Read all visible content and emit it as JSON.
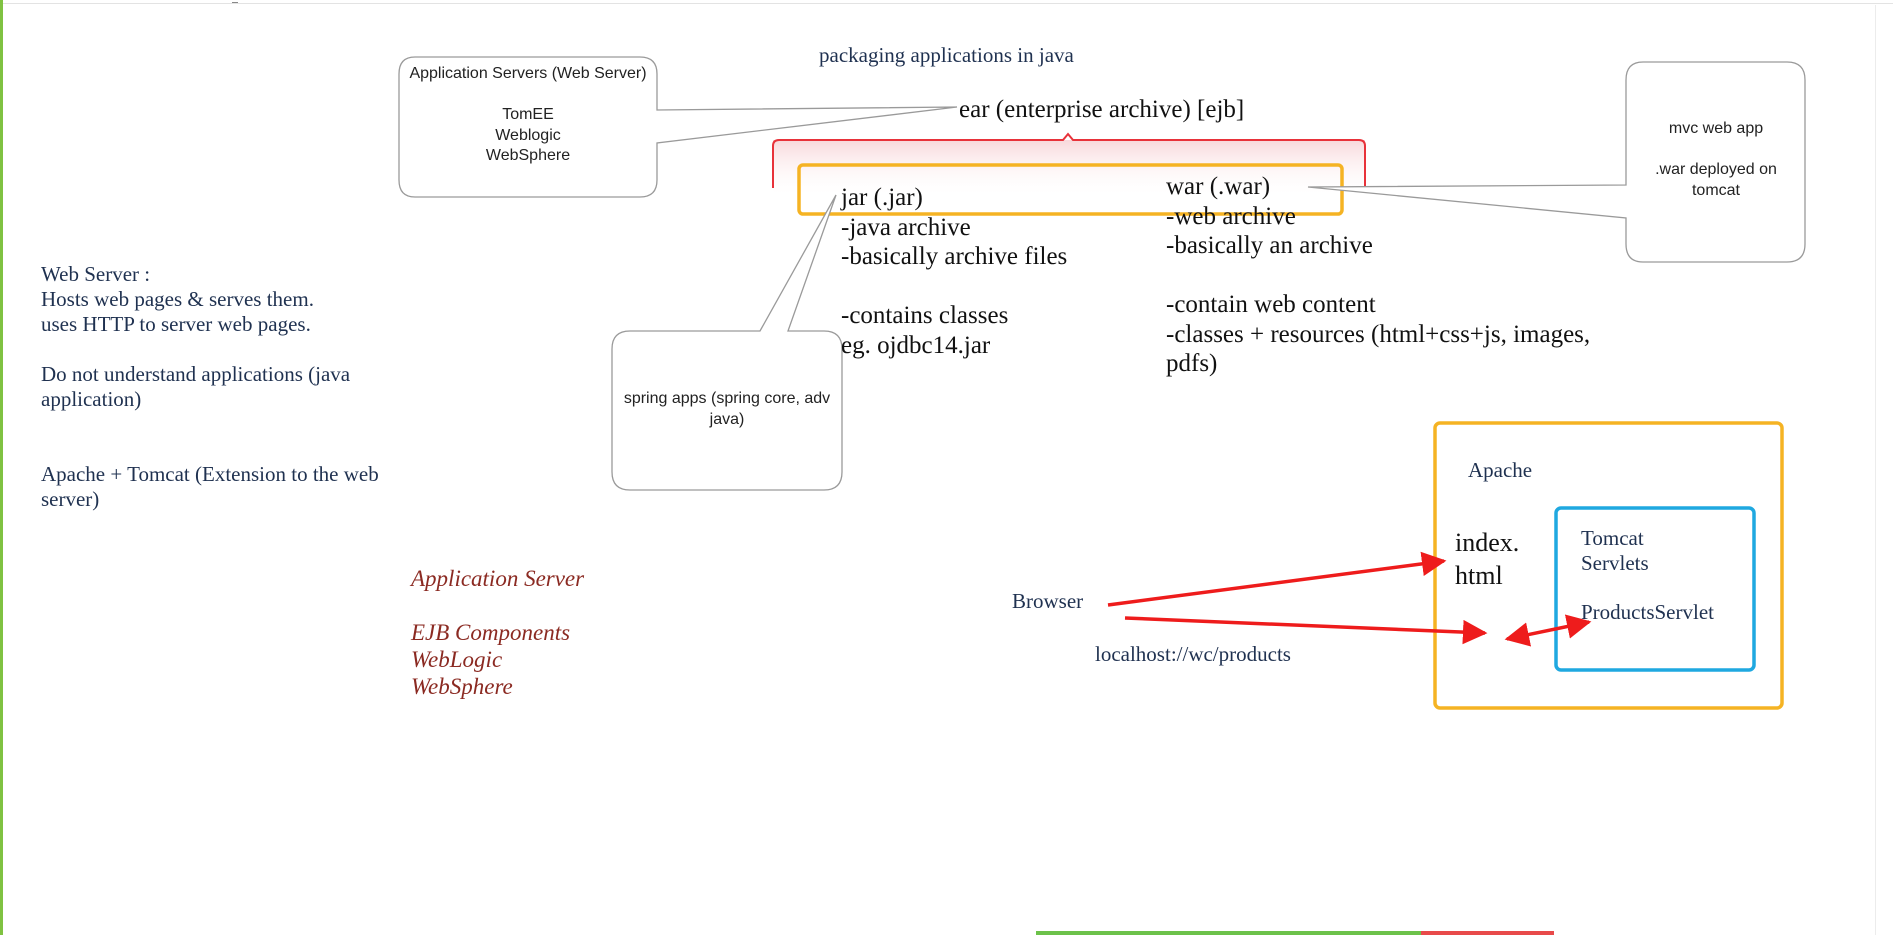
{
  "heading": "packaging applications in java",
  "ear_label": "ear (enterprise archive) [ejb]",
  "callouts": {
    "app_servers": "Application Servers (Web Server)\n\nTomEE\nWeblogic\nWebSphere",
    "mvc": "mvc web app\n\n.war deployed on tomcat",
    "spring": "spring apps (spring core, adv java)"
  },
  "jar_text": "jar (.jar)\n-java archive\n-basically archive files\n\n-contains classes\neg. ojdbc14.jar",
  "war_text": "war (.war)\n-web archive\n-basically an archive\n\n-contain web content\n-classes + resources (html+css+js, images,\npdfs)",
  "web_server_text": "Web Server :\nHosts web pages & serves them.\nuses HTTP to server web pages.\n\nDo not understand applications (java\napplication)\n\n\nApache + Tomcat (Extension to the web\nserver)",
  "app_server_text": "Application Server\n\nEJB Components\nWebLogic\nWebSphere",
  "diagram": {
    "apache": "Apache",
    "index": "index.\nhtml",
    "tomcat": "Tomcat\nServlets",
    "servlet": "ProductsServlet",
    "browser": "Browser",
    "url": "localhost://wc/products"
  },
  "colors": {
    "ear_bracket": "#e8323a",
    "highlight_box": "#f5b323",
    "tomcat_box": "#1fa8e0",
    "arrow": "#ee1c1c",
    "green_bar": "#7fc241"
  }
}
